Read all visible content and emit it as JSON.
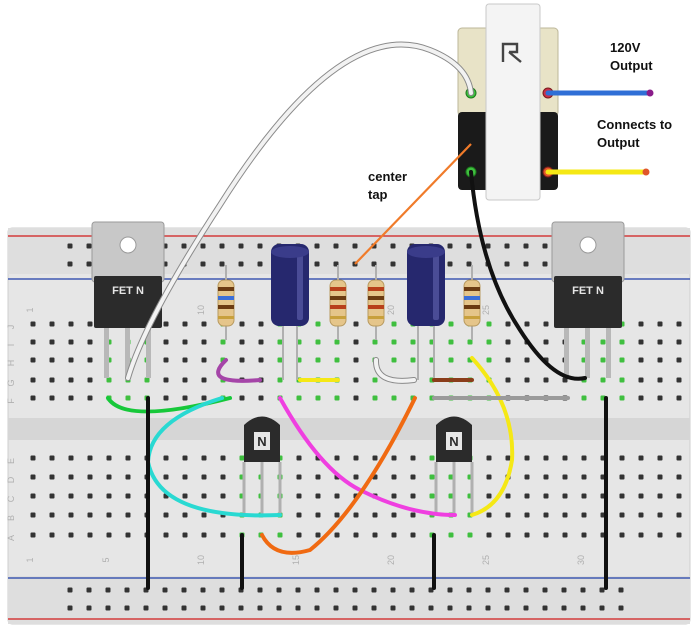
{
  "labels": {
    "output_120v": [
      "120V",
      "Output"
    ],
    "connects_to_output": [
      "Connects to",
      "Output"
    ],
    "center_tap": [
      "center",
      "tap"
    ]
  },
  "breadboard": {
    "row_letters_top": [
      "J",
      "I",
      "H",
      "G",
      "F"
    ],
    "row_letters_bottom": [
      "E",
      "D",
      "C",
      "B",
      "A"
    ],
    "column_numbers": [
      "1",
      "5",
      "10",
      "15",
      "20",
      "25",
      "30"
    ]
  },
  "components": {
    "fet_left": {
      "label": "FET N"
    },
    "fet_right": {
      "label": "FET N"
    },
    "transistor_left": {
      "label": "N"
    },
    "transistor_right": {
      "label": "N"
    }
  },
  "colors": {
    "board": "#e6e6e6",
    "rail_red": "#d21b1b",
    "rail_blue": "#1f3ea8",
    "hole": "#333333",
    "hole_active": "#3fbf3f",
    "wire_white": "#f2f2f2",
    "wire_black": "#111111",
    "wire_green": "#17c83a",
    "wire_cyan": "#29d9d2",
    "wire_magenta": "#ef3fe0",
    "wire_orange": "#f06a12",
    "wire_yellow": "#f5e815",
    "wire_purple": "#a545a8",
    "wire_brown": "#8a3d1a",
    "wire_gray": "#9a9a9a",
    "wire_blue": "#2f6fd6",
    "capacitor": "#26286e",
    "fet_tab": "#c8c8c8",
    "fet_body": "#2b2b2b",
    "transformer": "#e8e3c7"
  }
}
